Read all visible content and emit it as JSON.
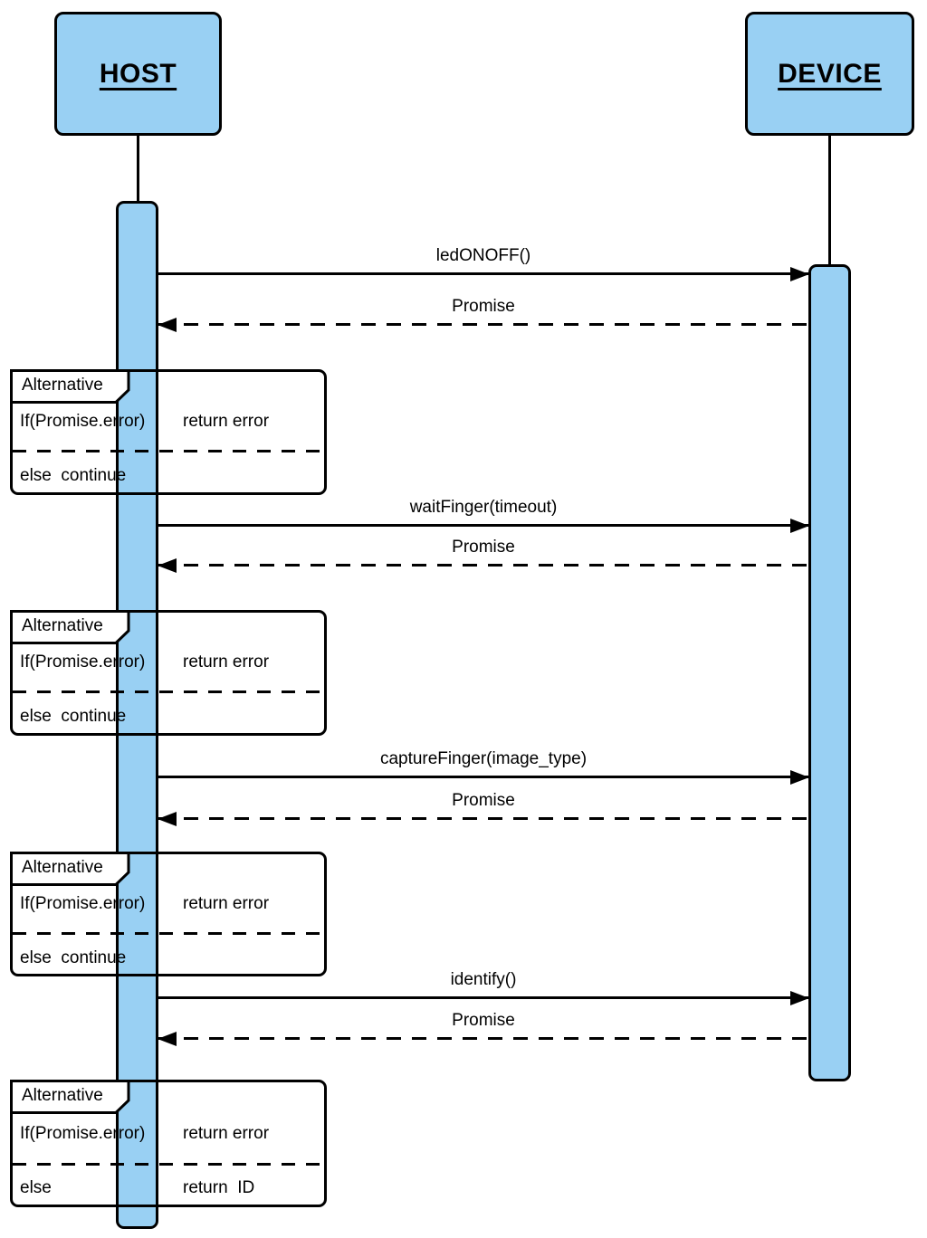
{
  "diagram": {
    "type": "uml-sequence",
    "actors": [
      {
        "name": "HOST"
      },
      {
        "name": "DEVICE"
      }
    ],
    "messages": [
      {
        "label": "ledONOFF()",
        "kind": "call",
        "from": "HOST",
        "to": "DEVICE"
      },
      {
        "label": "Promise",
        "kind": "return",
        "from": "DEVICE",
        "to": "HOST"
      },
      {
        "label": "waitFinger(timeout)",
        "kind": "call",
        "from": "HOST",
        "to": "DEVICE"
      },
      {
        "label": "Promise",
        "kind": "return",
        "from": "DEVICE",
        "to": "HOST"
      },
      {
        "label": "captureFinger(image_type)",
        "kind": "call",
        "from": "HOST",
        "to": "DEVICE"
      },
      {
        "label": "Promise",
        "kind": "return",
        "from": "DEVICE",
        "to": "HOST"
      },
      {
        "label": "identify()",
        "kind": "call",
        "from": "HOST",
        "to": "DEVICE"
      },
      {
        "label": "Promise",
        "kind": "return",
        "from": "DEVICE",
        "to": "HOST"
      }
    ],
    "fragments": [
      {
        "operator": "Alternative",
        "guard": "If(Promise.error)",
        "guard_action": "return error",
        "else_text": "else  continue",
        "else_action": ""
      },
      {
        "operator": "Alternative",
        "guard": "If(Promise.error)",
        "guard_action": "return error",
        "else_text": "else  continue",
        "else_action": ""
      },
      {
        "operator": "Alternative",
        "guard": "If(Promise.error)",
        "guard_action": "return error",
        "else_text": "else  continue",
        "else_action": ""
      },
      {
        "operator": "Alternative",
        "guard": "If(Promise.error)",
        "guard_action": "return error",
        "else_text": "else",
        "else_action": "return  ID"
      }
    ],
    "colors": {
      "shape_fill": "#99D0F3",
      "stroke": "#000000",
      "background": "#FFFFFF"
    }
  }
}
